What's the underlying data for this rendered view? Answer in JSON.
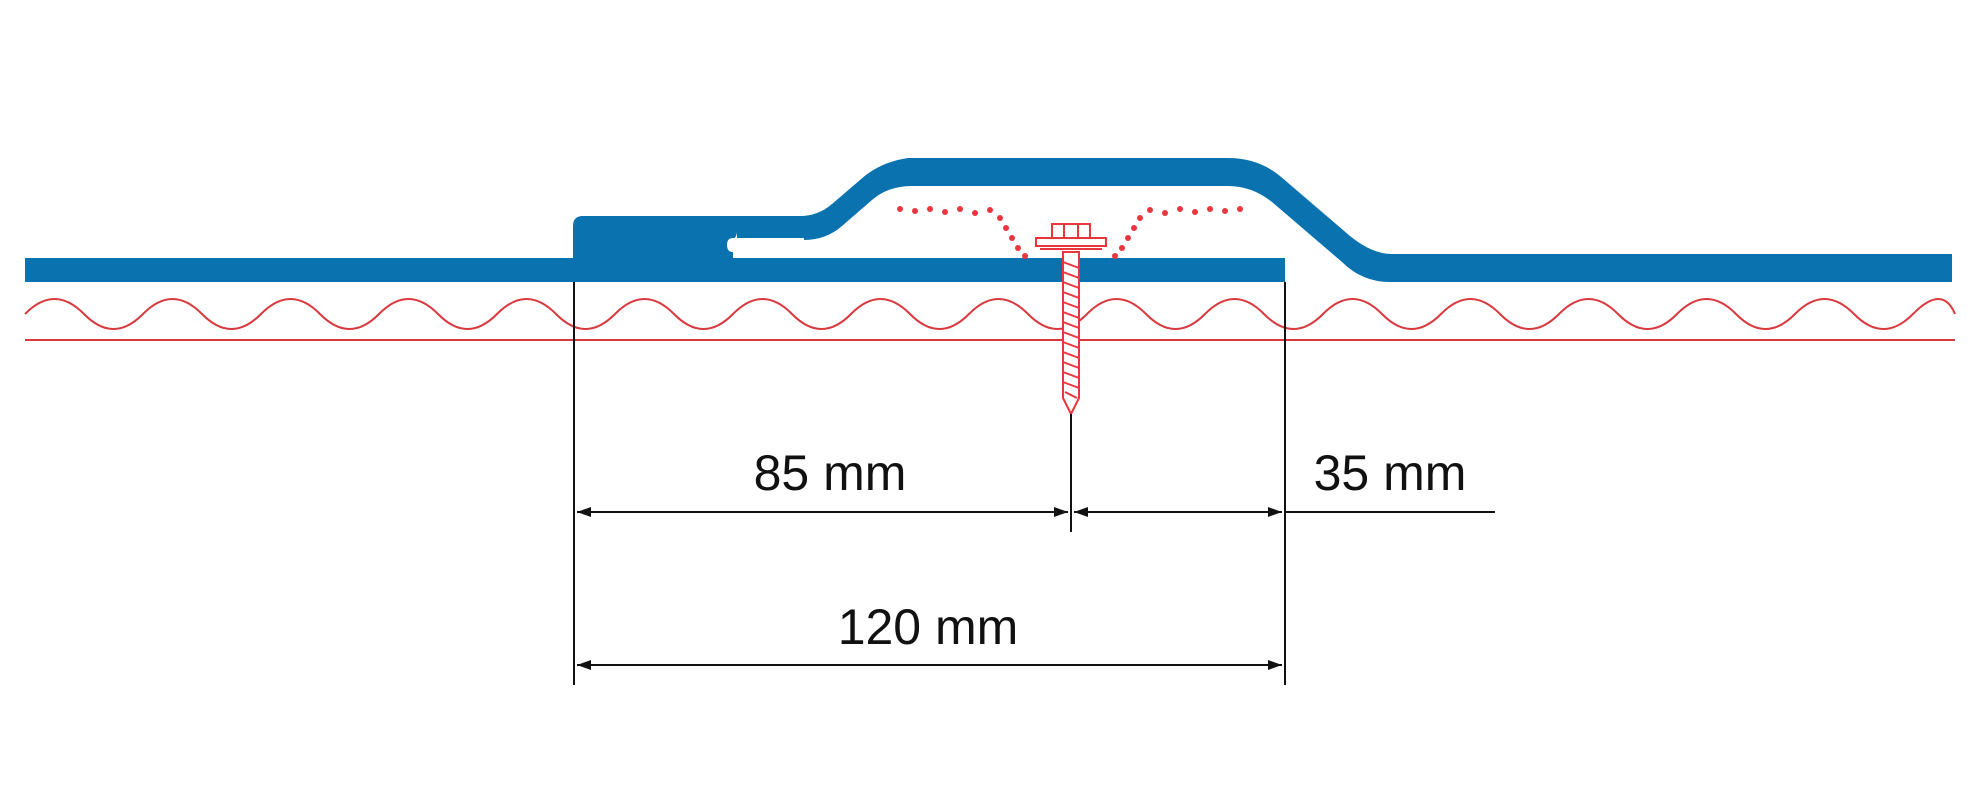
{
  "colors": {
    "panel": "#0b72b0",
    "fastener": "#e8363c",
    "wave": "#d83a3e",
    "dimension": "#111111",
    "background": "#ffffff"
  },
  "dimensions": {
    "left_segment": "85 mm",
    "right_segment": "35 mm",
    "total": "120 mm"
  },
  "icons": {
    "screw": "self-tapping-screw-icon",
    "sealant": "sealant-dots"
  }
}
